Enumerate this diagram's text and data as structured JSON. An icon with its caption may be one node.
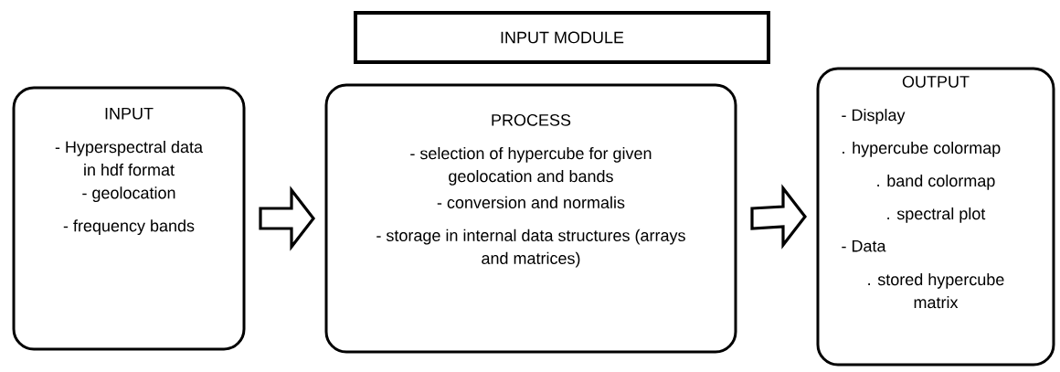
{
  "diagram": {
    "nodes": [
      {
        "text": [
          "INPUT MODULE"
        ]
      },
      {
        "text": [
          "INPUT",
          "- Hyperspectral data in hdf format",
          "- geolocation",
          "- frequency bands"
        ]
      },
      {
        "text": [
          "PROCESS",
          "- selection of hypercube for given geolocation and bands",
          "- conversion and normalis",
          "-  storage in internal data structures (arrays and matrices)"
        ]
      },
      {
        "text": [
          "OUTPUT",
          "- Display",
          ". hypercube colormap",
          ". band colormap",
          ". spectral plot",
          "-  Data",
          ". stored hypercube matrix"
        ]
      }
    ],
    "edges": [
      {
        "from": 1,
        "to": 2,
        "arrow": "to"
      },
      {
        "from": 2,
        "to": 3,
        "arrow": "to"
      }
    ]
  }
}
